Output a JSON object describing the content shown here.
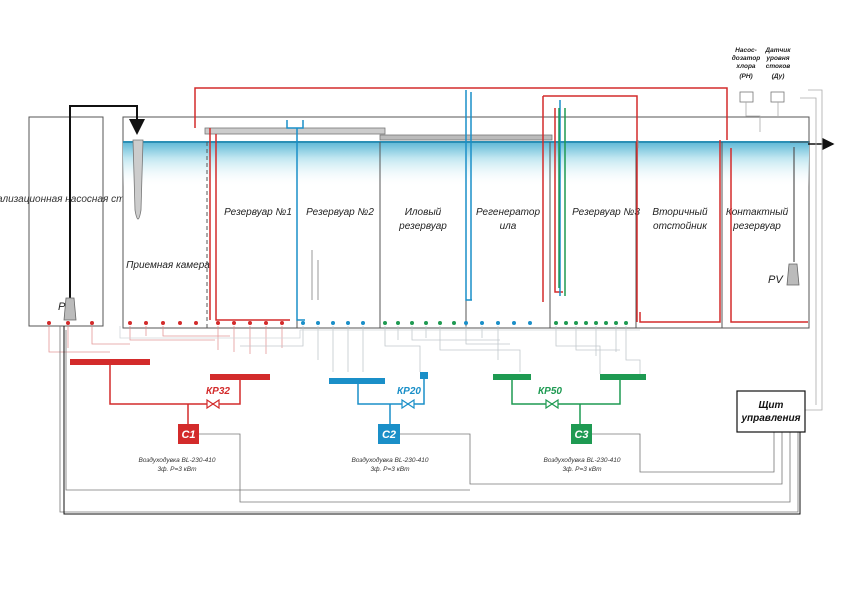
{
  "tanks": {
    "pump_station": "Канализационная насосная станция",
    "receiving_chamber": "Приемная камера",
    "reservoir_1": "Резервуар №1",
    "reservoir_2": "Резервуар №2",
    "sludge_line1": "Иловый",
    "sludge_line2": "резервуар",
    "regen_line1": "Регенератор",
    "regen_line2": "ила",
    "reservoir_3": "Резервуар №3",
    "settler_line1": "Вторичный",
    "settler_line2": "отстойник",
    "contact_line1": "Контактный",
    "contact_line2": "резервуар"
  },
  "labels": {
    "pump_p": "P",
    "pv": "PV",
    "chlor_l1": "Насос-",
    "chlor_l2": "дозатор",
    "chlor_l3": "хлора",
    "chlor_l4": "(РН)",
    "level_l1": "Датчик",
    "level_l2": "уровня",
    "level_l3": "стоков",
    "level_l4": "(Ду)",
    "panel_l1": "Щит",
    "panel_l2": "управления"
  },
  "valves": {
    "kp32": "КР32",
    "kp20": "КР20",
    "kp50": "КР50"
  },
  "blowers": [
    {
      "id": "C1",
      "model": "Воздуходувка BL-230-410",
      "power": "3ф.  P=3 кВт",
      "color": "#d32b2b"
    },
    {
      "id": "C2",
      "model": "Воздуходувка BL-230-410",
      "power": "3ф.  P=3 кВт",
      "color": "#1a8fc8"
    },
    {
      "id": "C3",
      "model": "Воздуходувка BL-230-410",
      "power": "3ф.  P=3 кВт",
      "color": "#1e9a52"
    }
  ],
  "colors": {
    "red": "#d32b2b",
    "blue": "#1a8fc8",
    "green": "#1e9a52",
    "water": "#8fd3e3",
    "outline": "#444444"
  }
}
